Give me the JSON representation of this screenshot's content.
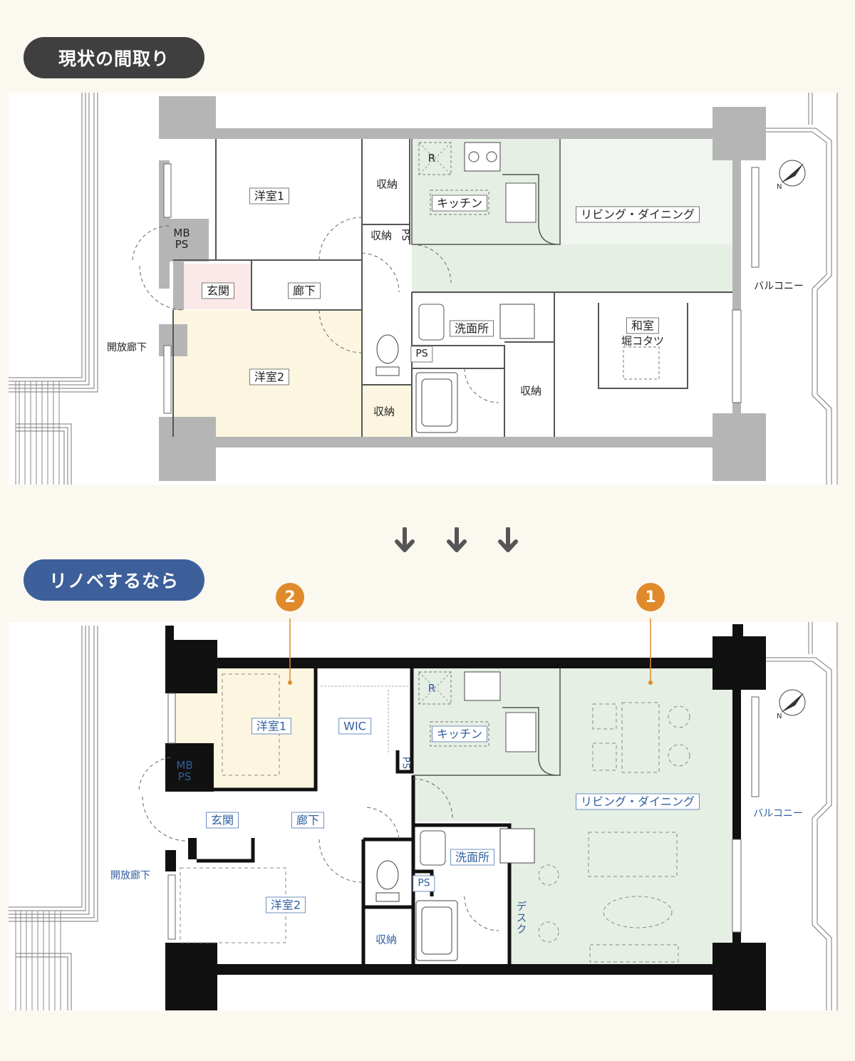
{
  "sections": {
    "current_label": "現状の間取り",
    "reno_label": "リノベするなら"
  },
  "current_plan": {
    "rooms": {
      "western1": "洋室1",
      "western2": "洋室2",
      "storage_top": "収納",
      "storage_small": "収納",
      "ps_vertical": "PS",
      "mb_ps": "MB\nPS",
      "kitchen": "キッチン",
      "fridge": "R",
      "living": "リビング・ダイニング",
      "entrance": "玄関",
      "corridor": "廊下",
      "washroom": "洗面所",
      "ps": "PS",
      "storage_bottom": "収納",
      "storage_mid": "収納",
      "japanese": "和室",
      "kotatsu": "堀コタツ",
      "open_corridor": "開放廊下",
      "balcony": "バルコニー"
    }
  },
  "reno_plan": {
    "rooms": {
      "western1": "洋室1",
      "wic": "WIC",
      "fridge": "R",
      "kitchen": "キッチン",
      "ps_vertical": "PS",
      "mb_ps": "MB\nPS",
      "living": "リビング・ダイニング",
      "entrance": "玄関",
      "corridor": "廊下",
      "washroom": "洗面所",
      "ps": "PS",
      "desk": "デスク",
      "western2": "洋室2",
      "storage": "収納",
      "open_corridor": "開放廊下",
      "balcony": "バルコニー"
    },
    "badges": [
      "2",
      "1"
    ]
  },
  "colors": {
    "current_pill": "#3f3f3f",
    "reno_pill": "#3d5f9a",
    "badge": "#e08a2c",
    "living_fill": "#e6efe4",
    "bedroom_fill": "#fcf6e0",
    "entrance_fill": "#fbe9e9",
    "label_blue": "#2f5f9f"
  },
  "icons": [
    "down-arrow-icon",
    "down-arrow-icon",
    "down-arrow-icon",
    "compass-north-icon"
  ]
}
